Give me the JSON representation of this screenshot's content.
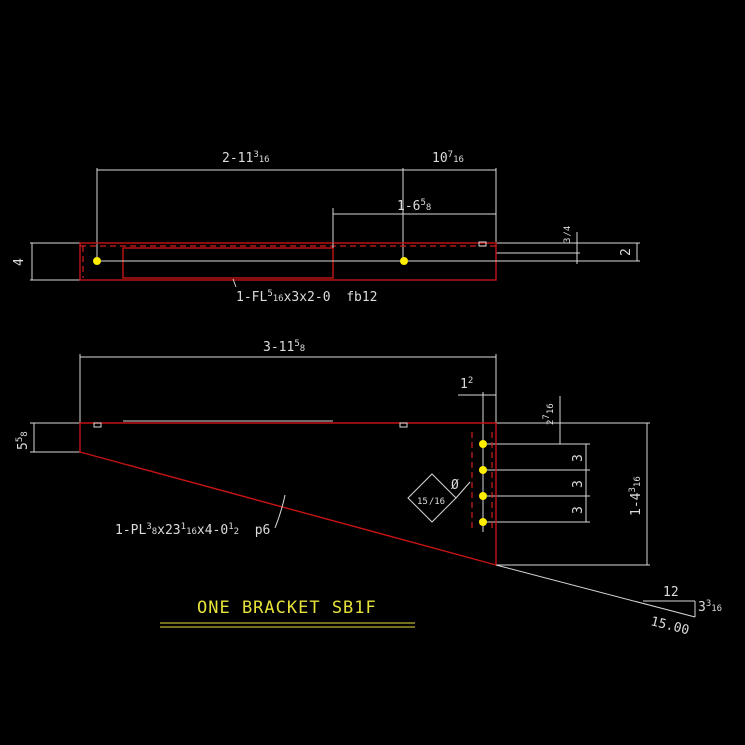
{
  "title": "ONE BRACKET SB1F",
  "colors": {
    "background": "#000000",
    "dimension": "#d8d8d8",
    "part": "#c41414",
    "hole": "#ffee00",
    "title": "#e6e23a"
  },
  "top_view": {
    "dim_overall": {
      "a": "2-11",
      "sup": "3",
      "b": "16"
    },
    "dim_right": {
      "a": "10",
      "sup": "7",
      "b": "16"
    },
    "dim_middle": {
      "a": "1-6",
      "sup": "5",
      "b": "8"
    },
    "dim_offset": {
      "a": "3",
      "b": "4"
    },
    "dim_depth": "2",
    "dim_height": "4",
    "callout": {
      "prefix": "1-FL",
      "sup": "5",
      "sub": "16",
      "rest": "x3x2-0  fb12"
    }
  },
  "side_view": {
    "dim_overall": {
      "a": "3-11",
      "sup": "5",
      "b": "8"
    },
    "dim_edge": {
      "a": "1",
      "b": "2"
    },
    "dim_top": {
      "a": "2",
      "b": "16",
      "sup": "7"
    },
    "dim_left": {
      "a": "5",
      "b": "8",
      "sup": "5"
    },
    "hole_spacing": [
      "3",
      "3",
      "3"
    ],
    "dim_height": {
      "a": "1-4",
      "sup": "3",
      "b": "16"
    },
    "diameter": {
      "symbol": "Ø",
      "a": "15",
      "b": "16"
    },
    "callout": {
      "prefix": "1-PL",
      "sup": "3",
      "sub": "8",
      "rest": "x23",
      "sup2": "1",
      "sub2": "16",
      "rest2": "x4-0",
      "sup3": "1",
      "sub3": "2",
      "rest3": "  p6"
    },
    "slope": {
      "run": "12",
      "rise": "15.00",
      "rise2": {
        "a": "3",
        "sup": "3",
        "b": "16"
      }
    }
  }
}
